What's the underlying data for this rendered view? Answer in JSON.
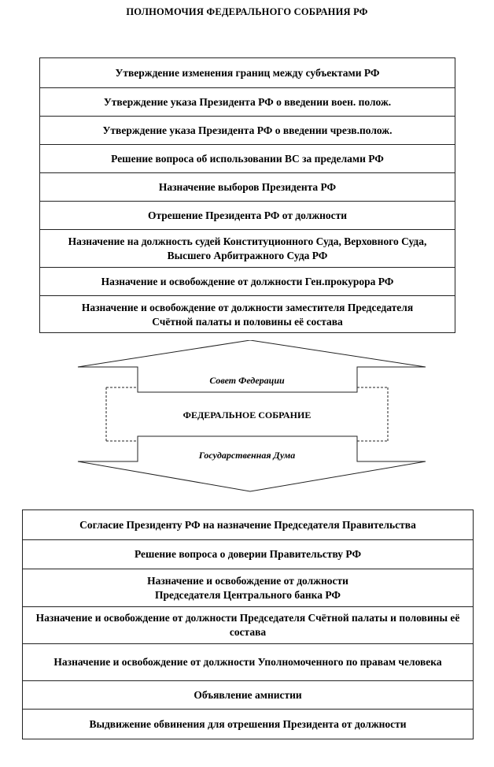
{
  "title": "ПОЛНОМОЧИЯ ФЕДЕРАЛЬНОГО  СОБРАНИЯ РФ",
  "federation_council_powers": [
    "Утверждение изменения границ между субъектами РФ",
    "Утверждение указа Президента РФ о введении воен. полож.",
    "Утверждение указа Президента РФ о введении чрезв.полож.",
    "Решение вопроса об использовании ВС за пределами РФ",
    "Назначение выборов Президента РФ",
    "Отрешение Президента РФ от должности",
    "Назначение на должность судей Конституционного Суда, Верховного Суда, Высшего Арбитражного Суда РФ",
    "Назначение и освобождение от должности Ген.прокурора РФ",
    "Назначение и освобождение от должности заместителя Председателя Счётной палаты и половины её состава"
  ],
  "diagram": {
    "upper_chamber": "Совет Федерации",
    "center_label": "ФЕДЕРАЛЬНОЕ  СОБРАНИЕ",
    "lower_chamber": "Государственная Дума"
  },
  "state_duma_powers": [
    "Согласие Президенту РФ на назначение Председателя Правительства",
    "Решение вопроса о доверии Правительству РФ",
    "Назначение и освобождение от должности Председателя Центрального банка РФ",
    "Назначение и освобождение от должности Председателя Счётной палаты и половины её состава",
    "Назначение и освобождение от должности Уполномоченного по правам человека",
    "Объявление амнистии",
    "Выдвижение обвинения для отрешения Президента  от должности"
  ]
}
